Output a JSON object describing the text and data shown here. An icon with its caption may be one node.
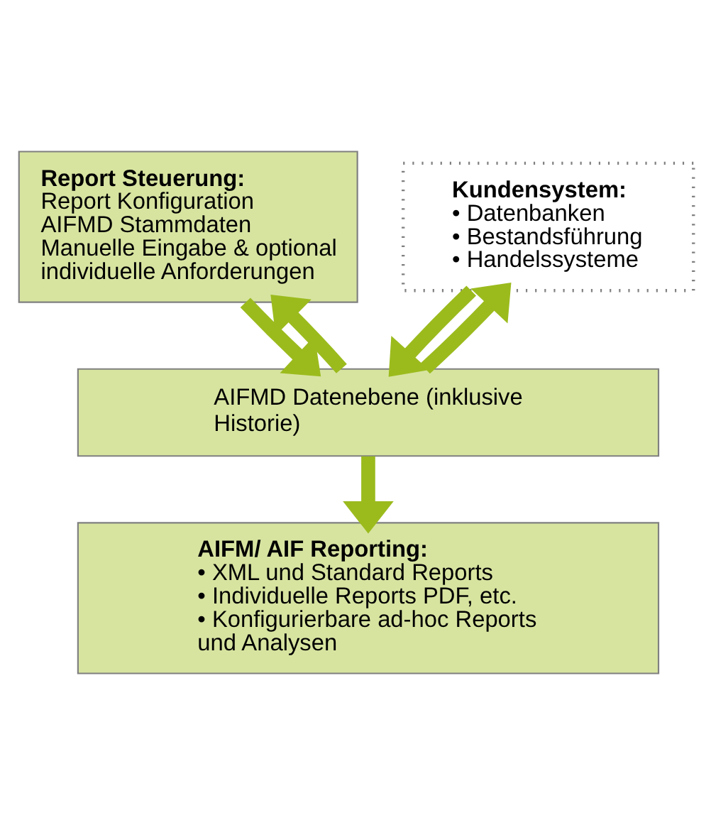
{
  "diagram": {
    "nodes": [
      {
        "text": [
          "Report Steuerung:",
          "Report Konfiguration",
          "AIFMD Stammdaten",
          "Manuelle Eingabe & optional individuelle Anforderungen"
        ]
      },
      {
        "text": [
          "Kundensystem:",
          "• Datenbanken",
          "• Bestandsführung",
          "• Handelssysteme"
        ]
      },
      {
        "text": [
          "AIFMD Datenebene (inklusive Historie)"
        ]
      },
      {
        "text": [
          "AIFM/ AIF Reporting:",
          "• XML und Standard Reports",
          "• Individuelle Reports PDF, etc.",
          "• Konfigurierbare ad-hoc Reports und Analysen"
        ]
      }
    ],
    "edges": [
      {
        "from": 0,
        "to": 2,
        "arrow": "to"
      },
      {
        "from": 2,
        "to": 0,
        "arrow": "to"
      },
      {
        "from": 1,
        "to": 2,
        "arrow": "to"
      },
      {
        "from": 2,
        "to": 1,
        "arrow": "to"
      },
      {
        "from": 2,
        "to": 3,
        "arrow": "to"
      }
    ]
  }
}
